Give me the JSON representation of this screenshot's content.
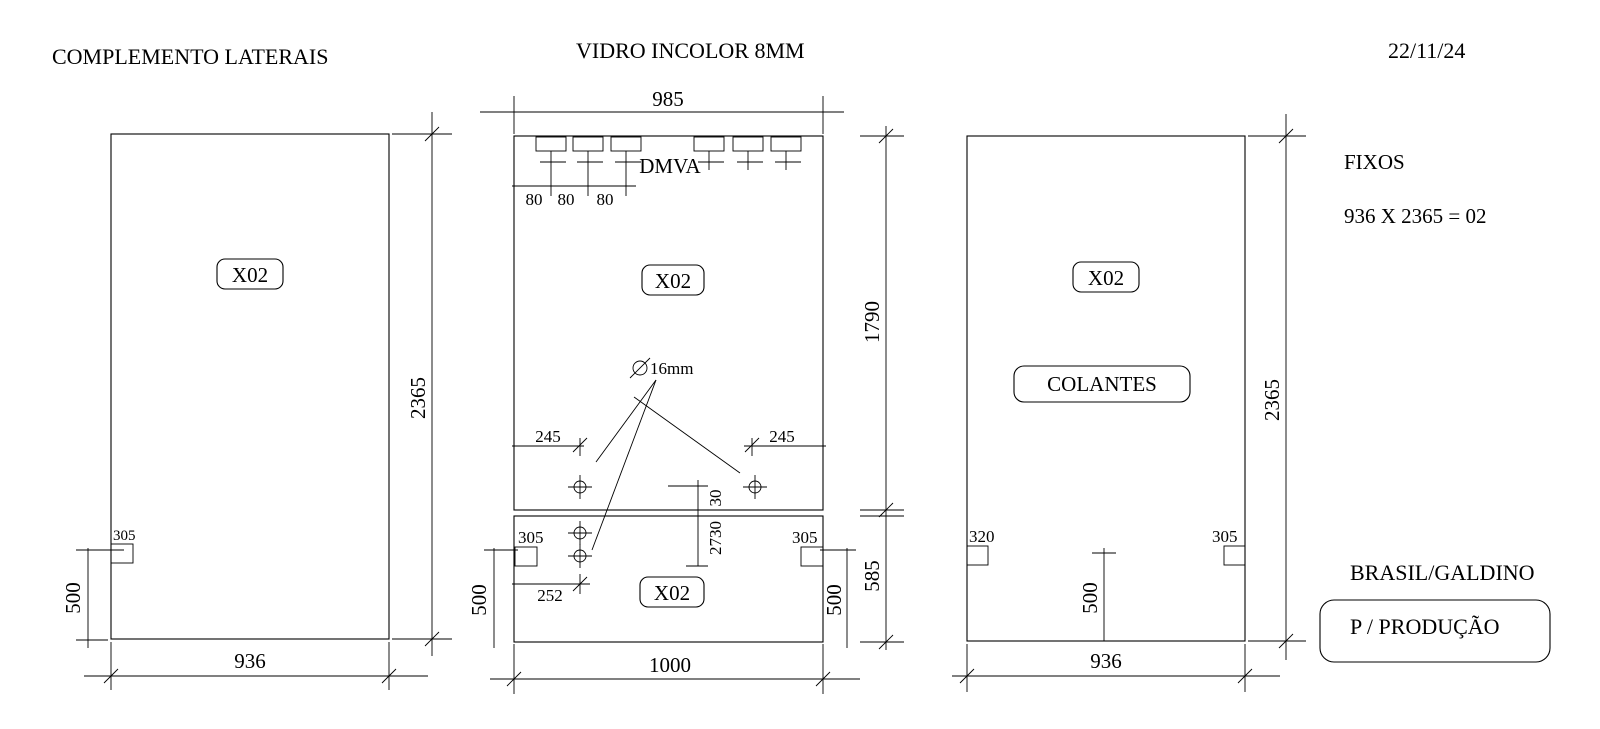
{
  "header": {
    "left_title": "COMPLEMENTO  LATERAIS",
    "center_title": "VIDRO INCOLOR 8MM",
    "date": "22/11/24"
  },
  "panel_left": {
    "tag": "X02",
    "width_dim": "936",
    "height_dim": "2365",
    "notch_dim": "305",
    "notch_height_dim": "500"
  },
  "panel_center": {
    "top_width_dim": "985",
    "bottom_width_dim": "1000",
    "brand_label": "DMVA",
    "spacing_1": "80",
    "spacing_2": "80",
    "spacing_3": "80",
    "upper_tag": "X02",
    "lower_tag": "X02",
    "hole_label": "16mm",
    "offset_left": "245",
    "offset_right": "245",
    "upper_height_dim": "1790",
    "lower_height_dim": "585",
    "gap_dim": "30",
    "total_dim": "2730",
    "notch_left_dim": "305",
    "notch_right_dim": "305",
    "notch_left_height": "500",
    "notch_right_height": "500",
    "hole_offset_dim": "252"
  },
  "panel_right": {
    "tag": "X02",
    "colantes_label": "COLANTES",
    "width_dim": "936",
    "height_dim": "2365",
    "notch_left_dim": "320",
    "notch_right_dim": "305",
    "center_height_dim": "500"
  },
  "notes": {
    "fixos_title": "FIXOS",
    "fixos_spec": "936 X 2365 = 02",
    "client": "BRASIL/GALDINO",
    "status": "P / PRODUÇÃO"
  }
}
